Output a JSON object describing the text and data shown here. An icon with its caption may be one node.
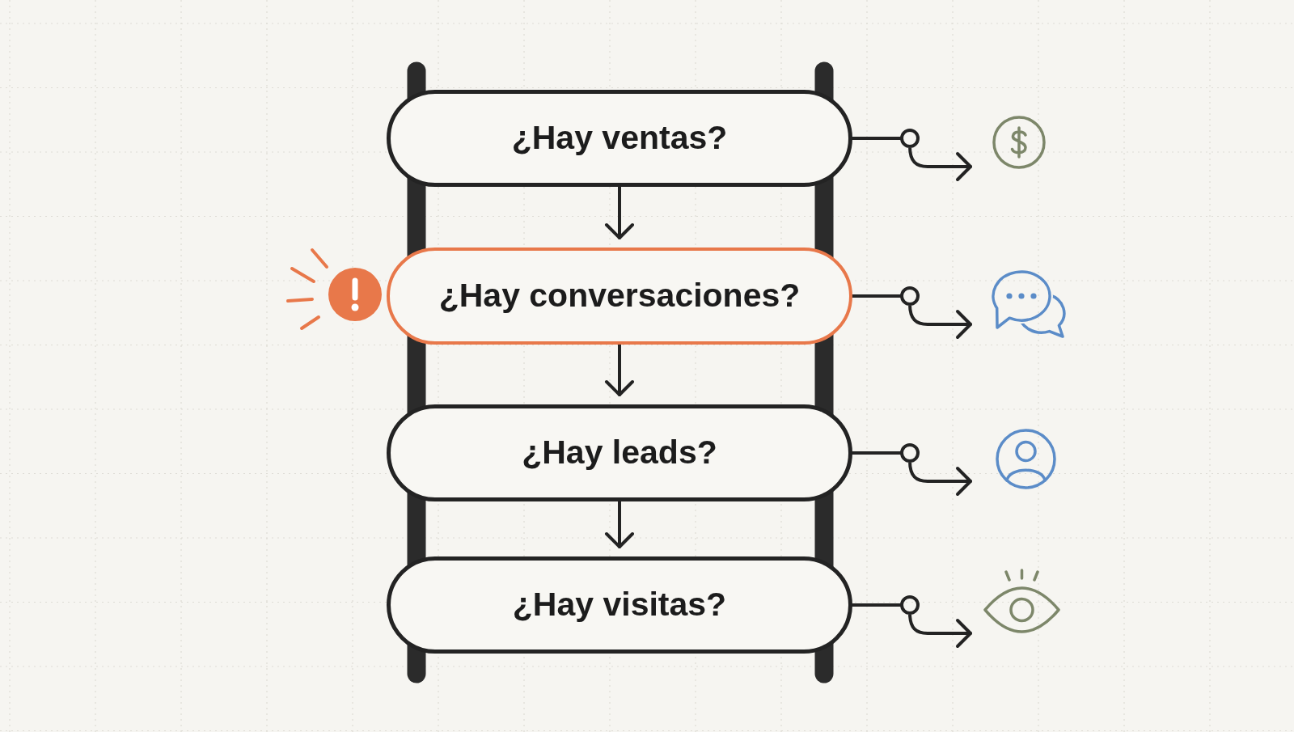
{
  "diagram": {
    "nodes": [
      {
        "text": [
          "¿Hay ventas?"
        ]
      },
      {
        "text": [
          "¿Hay conversaciones?"
        ]
      },
      {
        "text": [
          "¿Hay leads?"
        ]
      },
      {
        "text": [
          "¿Hay visitas?"
        ]
      },
      {
        "text": [],
        "shape": "picture"
      },
      {
        "text": [],
        "shape": "picture"
      },
      {
        "text": [],
        "shape": "picture"
      },
      {
        "text": [],
        "shape": "picture"
      }
    ],
    "edges": [
      {
        "from": 0,
        "to": 1,
        "arrow": "to"
      },
      {
        "from": 1,
        "to": 2,
        "arrow": "to"
      },
      {
        "from": 2,
        "to": 3,
        "arrow": "to"
      },
      {
        "from": 0,
        "to": 4,
        "arrow": "to"
      },
      {
        "from": 1,
        "to": 5,
        "arrow": "to"
      },
      {
        "from": 2,
        "to": 6,
        "arrow": "to"
      },
      {
        "from": 3,
        "to": 7,
        "arrow": "to"
      }
    ]
  }
}
